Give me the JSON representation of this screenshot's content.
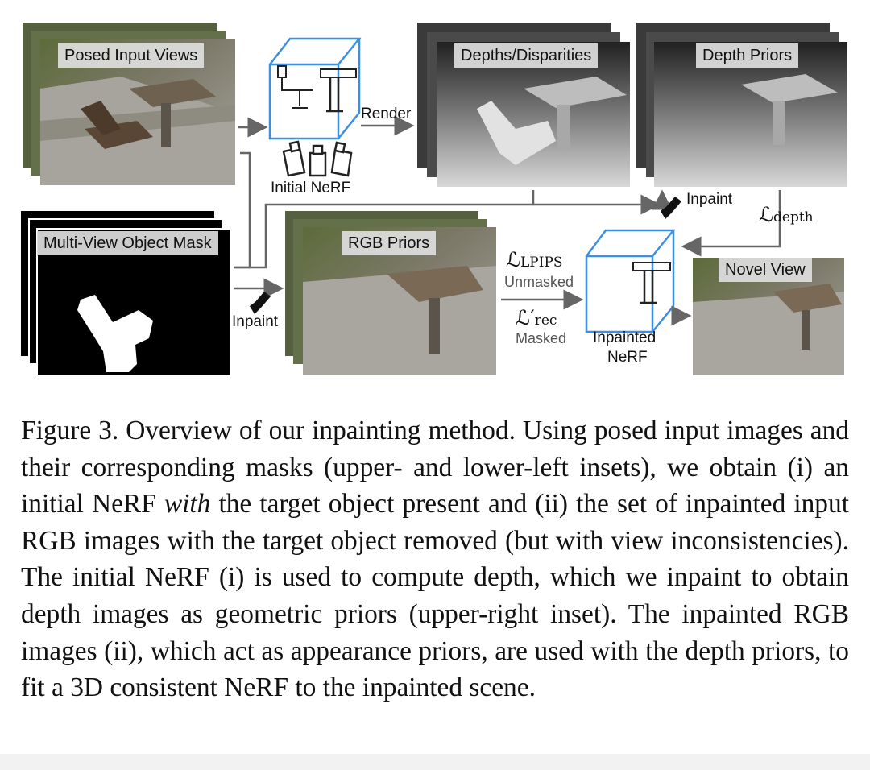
{
  "figure": {
    "labels": {
      "posed_input_views": "Posed Input Views",
      "multi_view_mask": "Multi-View Object Mask",
      "initial_nerf": "Initial NeRF",
      "render": "Render",
      "depths_disparities": "Depths/Disparities",
      "depth_priors": "Depth Priors",
      "inpaint_top": "Inpaint",
      "inpaint_left": "Inpaint",
      "rgb_priors": "RGB Priors",
      "loss_lpips": "ℒ",
      "loss_lpips_sub": "LPIPS",
      "unmasked": "Unmasked",
      "loss_rec": "ℒ′",
      "loss_rec_sub": "rec",
      "masked": "Masked",
      "inpainted_nerf_line1": "Inpainted",
      "inpainted_nerf_line2": "NeRF",
      "loss_depth": "ℒ",
      "loss_depth_sub": "depth",
      "novel_view": "Novel View"
    },
    "colors": {
      "nerf_cube": "#3d8fe0",
      "arrow": "#666666"
    },
    "icons": [
      "camera-icon",
      "brush-icon",
      "nerf-cube-icon"
    ]
  },
  "caption": {
    "label": "Figure 3.",
    "part1": "Overview of our inpainting method. Using posed input images and their corresponding masks (upper- and lower-left insets), we obtain (i) an initial NeRF",
    "emphasis": "with",
    "part2": "the target object present and (ii) the set of inpainted input RGB images with the target object removed (but with view inconsistencies). The initial NeRF (i) is used to compute depth, which we inpaint to obtain depth images as geometric priors (upper-right inset). The inpainted RGB images (ii), which act as appearance priors, are used with the depth priors, to fit a 3D consistent NeRF to the inpainted scene."
  }
}
